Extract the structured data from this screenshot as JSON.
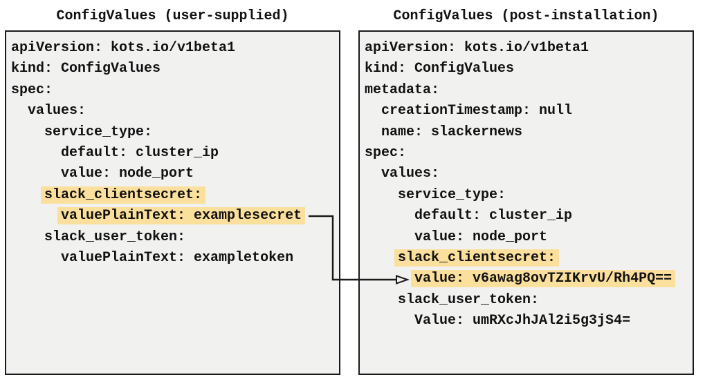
{
  "colors": {
    "highlight": "#fbdf9d",
    "panel_bg": "#f1f1f0",
    "line": "#1a1a1a",
    "text": "#111111",
    "page_bg": "#ffffff"
  },
  "panels": [
    {
      "title": "ConfigValues (user-supplied)",
      "lines": [
        {
          "indent": 0,
          "text": "apiVersion: kots.io/v1beta1",
          "highlight": false
        },
        {
          "indent": 0,
          "text": "kind: ConfigValues",
          "highlight": false
        },
        {
          "indent": 0,
          "text": "spec:",
          "highlight": false
        },
        {
          "indent": 2,
          "text": "values:",
          "highlight": false
        },
        {
          "indent": 4,
          "text": "service_type:",
          "highlight": false
        },
        {
          "indent": 6,
          "text": "default: cluster_ip",
          "highlight": false
        },
        {
          "indent": 6,
          "text": "value: node_port",
          "highlight": false
        },
        {
          "indent": 4,
          "text": "slack_clientsecret:",
          "highlight": true
        },
        {
          "indent": 6,
          "text": "valuePlainText: examplesecret",
          "highlight": true
        },
        {
          "indent": 4,
          "text": "slack_user_token:",
          "highlight": false
        },
        {
          "indent": 6,
          "text": "valuePlainText: exampletoken",
          "highlight": false
        }
      ]
    },
    {
      "title": "ConfigValues (post-installation)",
      "lines": [
        {
          "indent": 0,
          "text": "apiVersion: kots.io/v1beta1",
          "highlight": false
        },
        {
          "indent": 0,
          "text": "kind: ConfigValues",
          "highlight": false
        },
        {
          "indent": 0,
          "text": "metadata:",
          "highlight": false
        },
        {
          "indent": 2,
          "text": "creationTimestamp: null",
          "highlight": false
        },
        {
          "indent": 2,
          "text": "name: slackernews",
          "highlight": false
        },
        {
          "indent": 0,
          "text": "spec:",
          "highlight": false
        },
        {
          "indent": 2,
          "text": "values:",
          "highlight": false
        },
        {
          "indent": 4,
          "text": "service_type:",
          "highlight": false
        },
        {
          "indent": 6,
          "text": "default: cluster_ip",
          "highlight": false
        },
        {
          "indent": 6,
          "text": "value: node_port",
          "highlight": false
        },
        {
          "indent": 4,
          "text": "slack_clientsecret:",
          "highlight": true
        },
        {
          "indent": 6,
          "text": "value: v6awag8ovTZIKrvU/Rh4PQ==",
          "highlight": true
        },
        {
          "indent": 4,
          "text": "slack_user_token:",
          "highlight": false
        },
        {
          "indent": 6,
          "text": "Value: umRXcJhJAl2i5g3jS4=",
          "highlight": false
        }
      ]
    }
  ],
  "connector": {
    "from": "panels.0.lines.8",
    "to": "panels.1.lines.11"
  }
}
